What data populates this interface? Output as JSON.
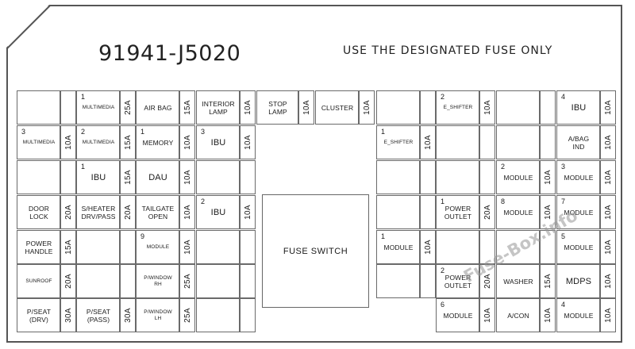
{
  "header": {
    "part_number": "91941-J5020",
    "notice": "USE THE DESIGNATED FUSE ONLY"
  },
  "fuse_switch": "FUSE SWITCH",
  "watermark": "Fuse-Box.info",
  "fuses": {
    "c1": [
      {
        "num": "",
        "label": "",
        "amp": ""
      },
      {
        "num": "3",
        "label": "MULTIMEDIA",
        "amp": "10A",
        "size": "s"
      },
      {
        "num": "",
        "label": "",
        "amp": ""
      },
      {
        "num": "",
        "label": "DOOR\nLOCK",
        "amp": "20A"
      },
      {
        "num": "",
        "label": "POWER\nHANDLE",
        "amp": "15A"
      },
      {
        "num": "",
        "label": "SUNROOF",
        "amp": "20A",
        "size": "s"
      },
      {
        "num": "",
        "label": "P/SEAT\n(DRV)",
        "amp": "30A"
      }
    ],
    "c2": [
      {
        "num": "1",
        "label": "MULTIMEDIA",
        "amp": "25A",
        "size": "s"
      },
      {
        "num": "2",
        "label": "MULTIMEDIA",
        "amp": "15A",
        "size": "s"
      },
      {
        "num": "1",
        "label": "IBU",
        "amp": "15A",
        "size": "l"
      },
      {
        "num": "",
        "label": "S/HEATER\nDRV/PASS",
        "amp": "20A"
      },
      {
        "num": "",
        "label": "",
        "amp": ""
      },
      {
        "num": "",
        "label": "",
        "amp": ""
      },
      {
        "num": "",
        "label": "P/SEAT\n(PASS)",
        "amp": "30A"
      }
    ],
    "c3": [
      {
        "num": "",
        "label": "AIR BAG",
        "amp": "15A"
      },
      {
        "num": "1",
        "label": "MEMORY",
        "amp": "10A"
      },
      {
        "num": "",
        "label": "DAU",
        "amp": "10A",
        "size": "l"
      },
      {
        "num": "",
        "label": "TAILGATE\nOPEN",
        "amp": "10A"
      },
      {
        "num": "9",
        "label": "MODULE",
        "amp": "10A",
        "size": "s"
      },
      {
        "num": "",
        "label": "P/WINDOW\nRH",
        "amp": "25A",
        "size": "s"
      },
      {
        "num": "",
        "label": "P/WINDOW\nLH",
        "amp": "25A",
        "size": "s"
      }
    ],
    "c4": [
      {
        "num": "",
        "label": "INTERIOR\nLAMP",
        "amp": "10A"
      },
      {
        "num": "3",
        "label": "IBU",
        "amp": "10A",
        "size": "l"
      },
      {
        "num": "",
        "label": "",
        "amp": ""
      },
      {
        "num": "2",
        "label": "IBU",
        "amp": "10A",
        "size": "l"
      },
      {
        "num": "",
        "label": "",
        "amp": ""
      },
      {
        "num": "",
        "label": "",
        "amp": ""
      },
      {
        "num": "",
        "label": "",
        "amp": ""
      }
    ],
    "c5": [
      {
        "num": "",
        "label": "STOP\nLAMP",
        "amp": "10A"
      }
    ],
    "c6": [
      {
        "num": "",
        "label": "CLUSTER",
        "amp": "10A"
      }
    ],
    "c7": [
      {
        "num": "",
        "label": "",
        "amp": ""
      },
      {
        "num": "1",
        "label": "E_SHIFTER",
        "amp": "10A",
        "size": "s"
      },
      {
        "num": "",
        "label": "",
        "amp": ""
      },
      {
        "num": "",
        "label": "",
        "amp": ""
      },
      {
        "num": "1",
        "label": "MODULE",
        "amp": "10A"
      },
      {
        "num": "",
        "label": "",
        "amp": ""
      }
    ],
    "c8": [
      {
        "num": "2",
        "label": "E_SHIFTER",
        "amp": "10A",
        "size": "s"
      },
      {
        "num": "",
        "label": "",
        "amp": ""
      },
      {
        "num": "",
        "label": "",
        "amp": ""
      },
      {
        "num": "1",
        "label": "POWER\nOUTLET",
        "amp": "20A"
      },
      {
        "num": "",
        "label": "",
        "amp": ""
      },
      {
        "num": "2",
        "label": "POWER\nOUTLET",
        "amp": "20A"
      },
      {
        "num": "6",
        "label": "MODULE",
        "amp": "10A"
      }
    ],
    "c9": [
      {
        "num": "",
        "label": "",
        "amp": ""
      },
      {
        "num": "",
        "label": "",
        "amp": ""
      },
      {
        "num": "2",
        "label": "MODULE",
        "amp": "10A"
      },
      {
        "num": "8",
        "label": "MODULE",
        "amp": "10A"
      },
      {
        "num": "",
        "label": "",
        "amp": ""
      },
      {
        "num": "",
        "label": "WASHER",
        "amp": "15A"
      },
      {
        "num": "",
        "label": "A/CON",
        "amp": "10A"
      }
    ],
    "c10": [
      {
        "num": "4",
        "label": "IBU",
        "amp": "10A",
        "size": "l"
      },
      {
        "num": "",
        "label": "A/BAG\nIND",
        "amp": "10A"
      },
      {
        "num": "3",
        "label": "MODULE",
        "amp": "10A"
      },
      {
        "num": "7",
        "label": "MODULE",
        "amp": "10A"
      },
      {
        "num": "5",
        "label": "MODULE",
        "amp": "10A"
      },
      {
        "num": "",
        "label": "MDPS",
        "amp": "10A",
        "size": "l"
      },
      {
        "num": "4",
        "label": "MODULE",
        "amp": "10A"
      }
    ]
  }
}
